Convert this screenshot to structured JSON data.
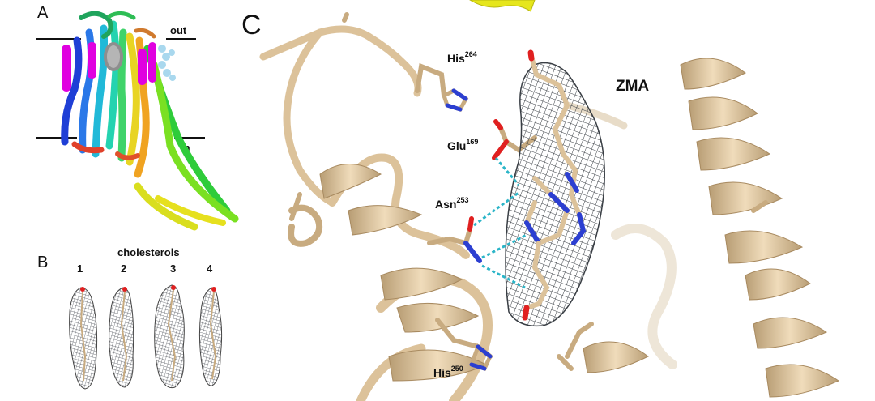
{
  "panels": {
    "a": {
      "letter": "A",
      "membrane_out": "out",
      "membrane_in": "in"
    },
    "b": {
      "letter": "B",
      "title": "cholesterols",
      "numbers": [
        "1",
        "2",
        "3",
        "4"
      ]
    },
    "c": {
      "letter": "C",
      "ligand": "ZMA",
      "residues": [
        {
          "name": "His",
          "number": "264"
        },
        {
          "name": "Glu",
          "number": "169"
        },
        {
          "name": "Asn",
          "number": "253"
        },
        {
          "name": "His",
          "number": "250"
        }
      ]
    }
  },
  "colors": {
    "ribbon": "#dcc29a",
    "ribbon_dark": "#a88a60",
    "mesh": "#3a3f45",
    "hbond": "#2bb5c8",
    "nitrogen": "#2c3fd1",
    "oxygen": "#e02020",
    "cholesterol": "#e000e0",
    "lipid_blue": "#a9d8ee"
  }
}
